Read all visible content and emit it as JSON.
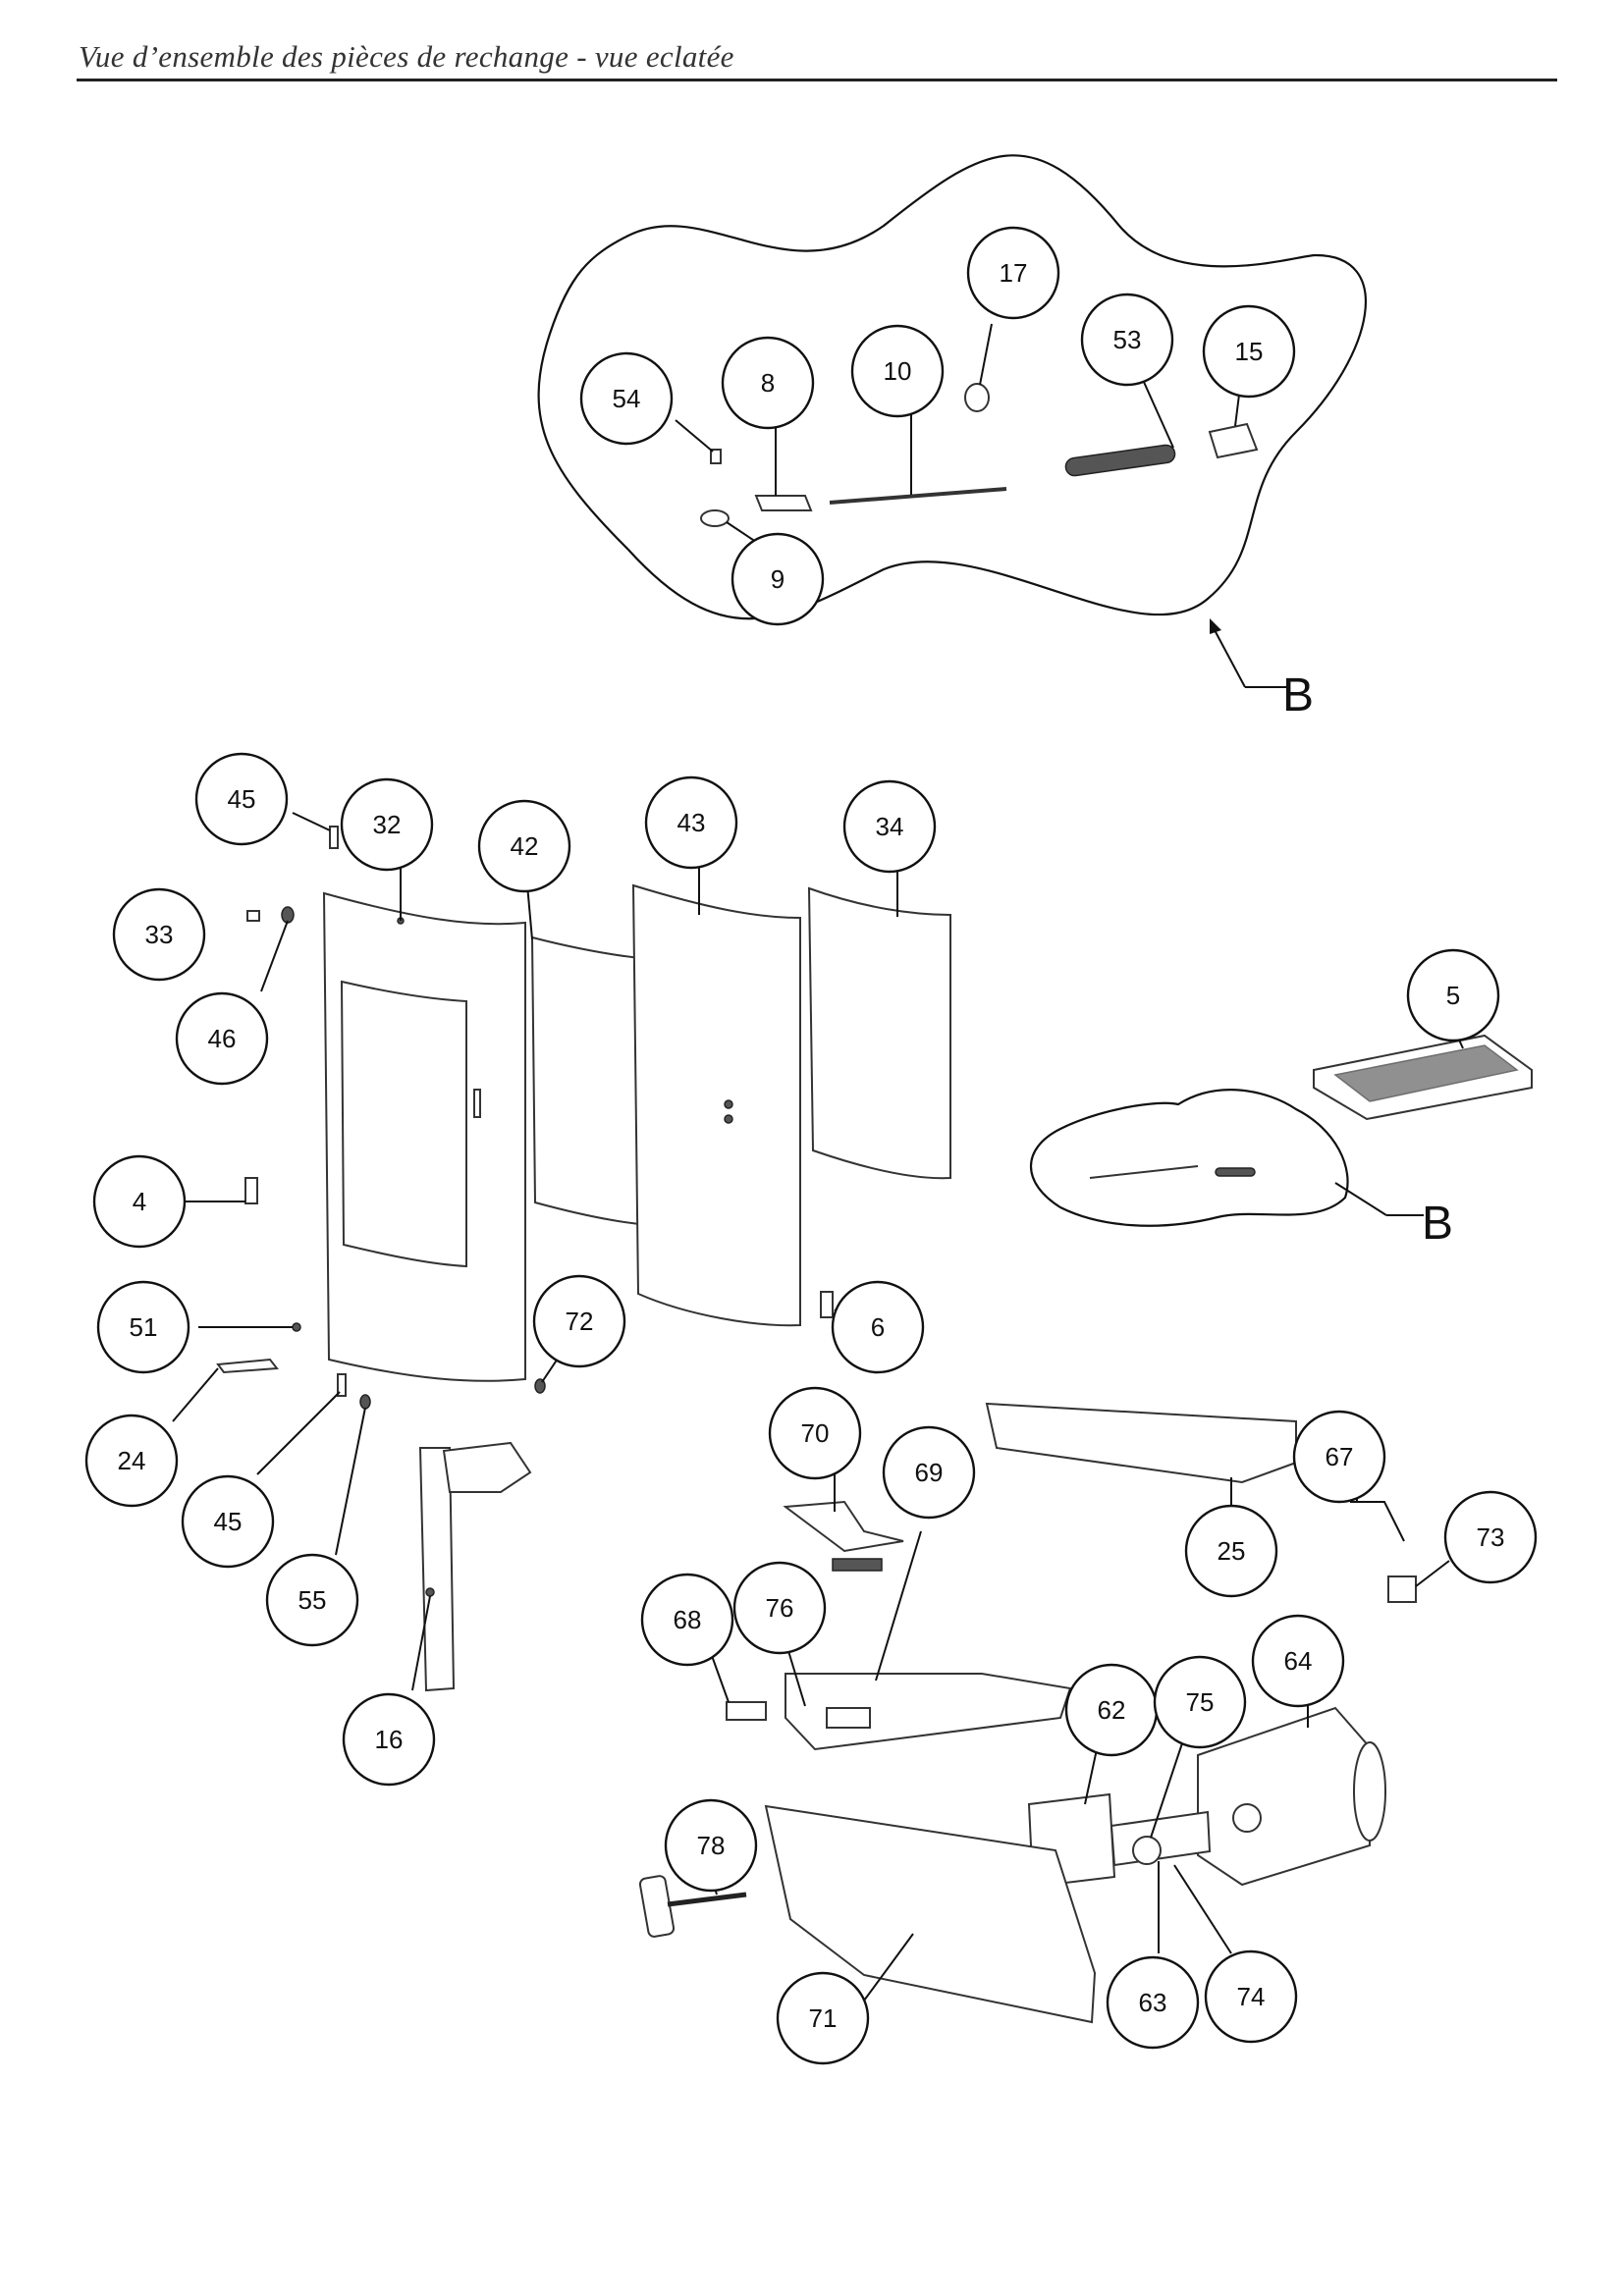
{
  "header": {
    "title": "Vue d’ensemble des pièces de rechange - vue eclatée"
  },
  "detail": {
    "label": "B",
    "inset_label": "B"
  },
  "callouts": {
    "c54": "54",
    "c8": "8",
    "c10": "10",
    "c17": "17",
    "c53": "53",
    "c15": "15",
    "c9": "9",
    "c45a": "45",
    "c32": "32",
    "c42": "42",
    "c43": "43",
    "c34": "34",
    "c33": "33",
    "c46": "46",
    "c5": "5",
    "c4": "4",
    "c51": "51",
    "c72": "72",
    "c6": "6",
    "c24": "24",
    "c45b": "45",
    "c55": "55",
    "c16": "16",
    "c70": "70",
    "c69": "69",
    "c67": "67",
    "c73": "73",
    "c25": "25",
    "c68": "68",
    "c76": "76",
    "c64": "64",
    "c62": "62",
    "c75": "75",
    "c78": "78",
    "c63": "63",
    "c74": "74",
    "c71": "71"
  }
}
